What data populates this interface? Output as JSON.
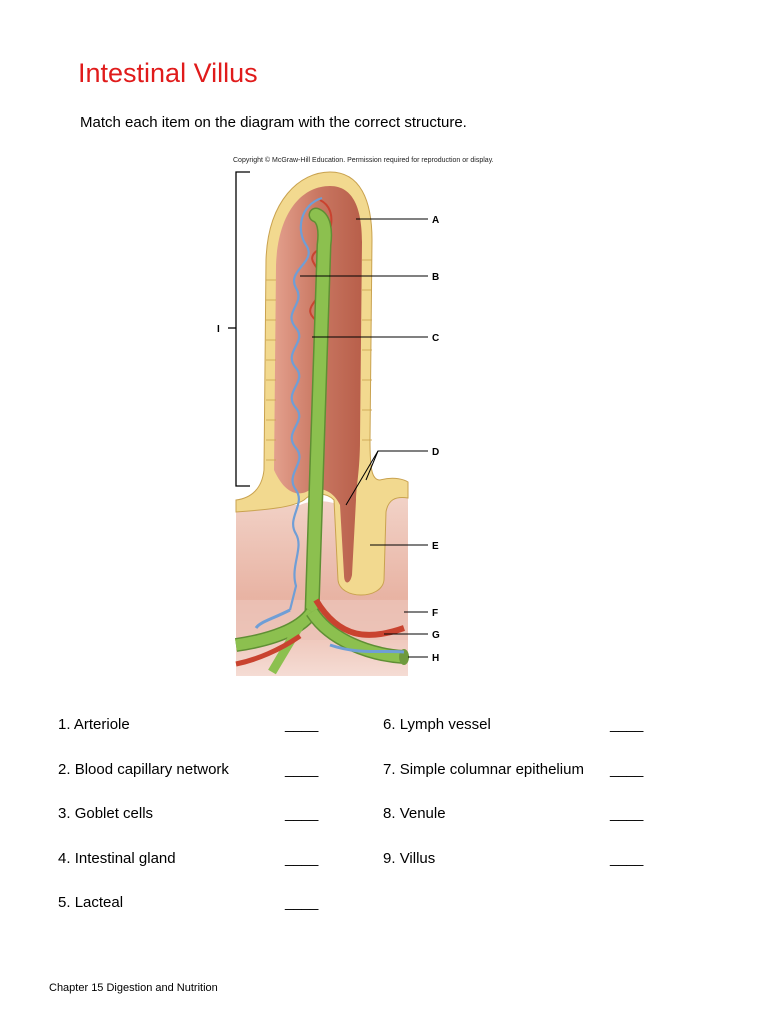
{
  "title": "Intestinal Villus",
  "instruction": "Match each item on the diagram with the correct structure.",
  "copyright": "Copyright © McGraw-Hill Education. Permission required for reproduction or display.",
  "callouts": [
    "A",
    "B",
    "C",
    "D",
    "E",
    "F",
    "G",
    "H",
    "I"
  ],
  "colors": {
    "title": "#e01b1b",
    "epithelium": "#f2d98f",
    "villus_core": "#d98872",
    "lacteal": "#8cc04f",
    "capillary_blue": "#6f9ed6",
    "capillary_red": "#c9432f",
    "submucosa": "#e7b5a6"
  },
  "items_left": [
    {
      "num": "1.",
      "label": "Arteriole",
      "blank": "____"
    },
    {
      "num": "2.",
      "label": "Blood capillary network",
      "blank": "____"
    },
    {
      "num": "3.",
      "label": "Goblet cells",
      "blank": "____"
    },
    {
      "num": "4.",
      "label": "Intestinal gland",
      "blank": "____"
    },
    {
      "num": "5.",
      "label": "Lacteal",
      "blank": "____"
    }
  ],
  "items_right": [
    {
      "num": "6.",
      "label": "Lymph vessel",
      "blank": "____"
    },
    {
      "num": "7.",
      "label": "Simple columnar epithelium",
      "blank": "____"
    },
    {
      "num": "8.",
      "label": "Venule",
      "blank": "____"
    },
    {
      "num": "9.",
      "label": "Villus",
      "blank": "____"
    }
  ],
  "footer": "Chapter 15 Digestion and Nutrition"
}
